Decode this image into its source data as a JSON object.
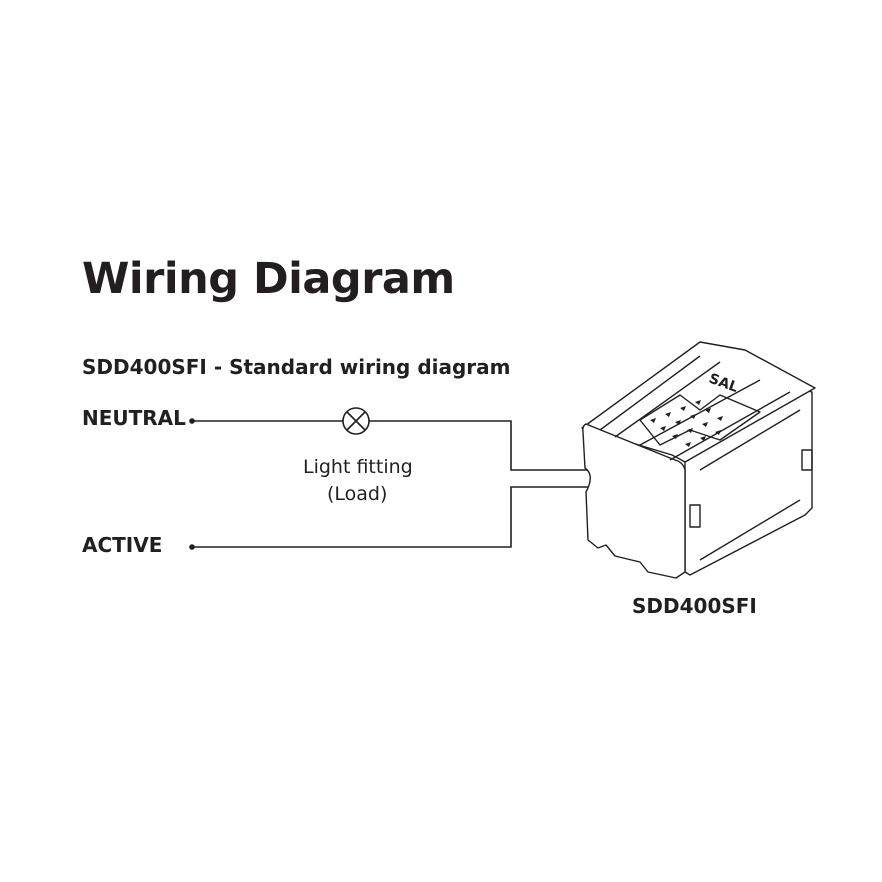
{
  "title": "Wiring Diagram",
  "subtitle": "SDD400SFI - Standard wiring diagram",
  "terminals": {
    "neutral": "NEUTRAL",
    "active": "ACTIVE"
  },
  "load": {
    "line1": "Light fitting",
    "line2": "(Load)"
  },
  "device": {
    "model": "SDD400SFI",
    "brand": "SAL"
  }
}
